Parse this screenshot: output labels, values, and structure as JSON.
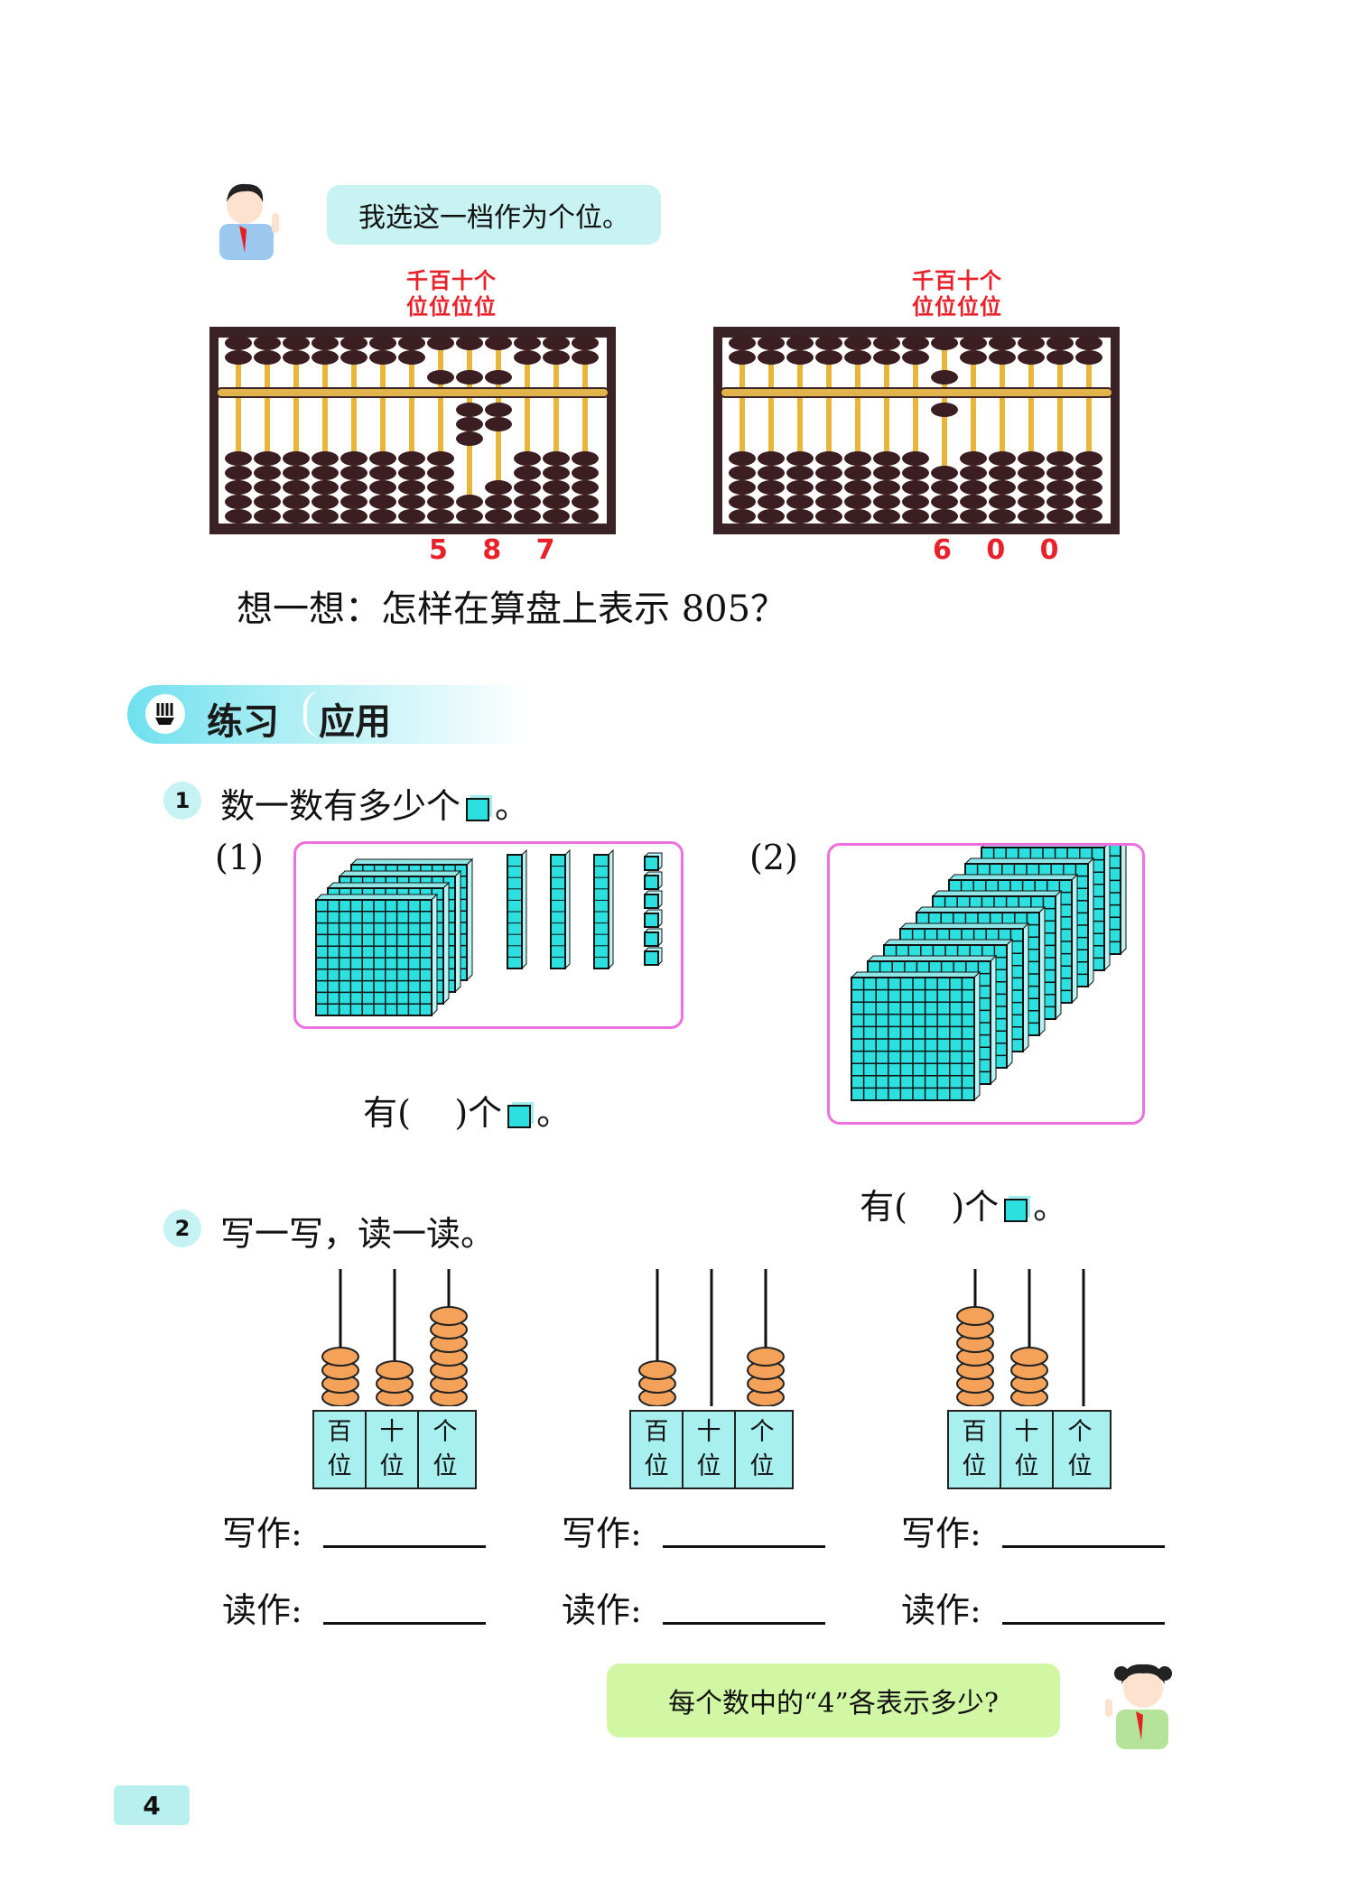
{
  "intro": {
    "boy_speech": "我选这一档作为个位。",
    "place_labels_top": "千百十个",
    "place_labels_bottom": "位位位位",
    "abaci": [
      {
        "value": "587",
        "label": "5 8 7",
        "ones_rod": 9
      },
      {
        "value": "600",
        "label": "6 0 0",
        "ones_rod": 9
      }
    ],
    "think": "想一想：怎样在算盘上表示 805？"
  },
  "section": {
    "title_a": "练习",
    "title_b": "应用",
    "icon": "pencil-brush-icon"
  },
  "q1": {
    "number": "1",
    "prompt": "数一数有多少个",
    "prompt_end": "。",
    "parts": [
      {
        "label": "(1)",
        "hundreds": 4,
        "tens": 3,
        "ones": 6,
        "answer_prefix": "有(",
        "answer_blank": "    ",
        "answer_suffix": ")个",
        "end": "。"
      },
      {
        "label": "(2)",
        "hundreds": 10,
        "tens": 0,
        "ones": 0,
        "answer_prefix": "有(",
        "answer_blank": "    ",
        "answer_suffix": ")个",
        "end": "。"
      }
    ]
  },
  "q2": {
    "number": "2",
    "prompt": "写一写，读一读。",
    "place_cols": [
      [
        "百",
        "位"
      ],
      [
        "十",
        "位"
      ],
      [
        "个",
        "位"
      ]
    ],
    "counters": [
      {
        "beads": [
          4,
          3,
          7
        ]
      },
      {
        "beads": [
          3,
          0,
          4
        ]
      },
      {
        "beads": [
          7,
          4,
          0
        ]
      }
    ],
    "write_label": "写作:",
    "read_label": "读作:"
  },
  "girl_speech": "每个数中的“4”各表示多少?",
  "page_number": "4",
  "colors": {
    "bead_dark": "#3a1e22",
    "rod_gold": "#e8b73a",
    "cube": "#2de0e0",
    "counter_bead": "#f4a15a",
    "accent_red": "#e8212a"
  }
}
